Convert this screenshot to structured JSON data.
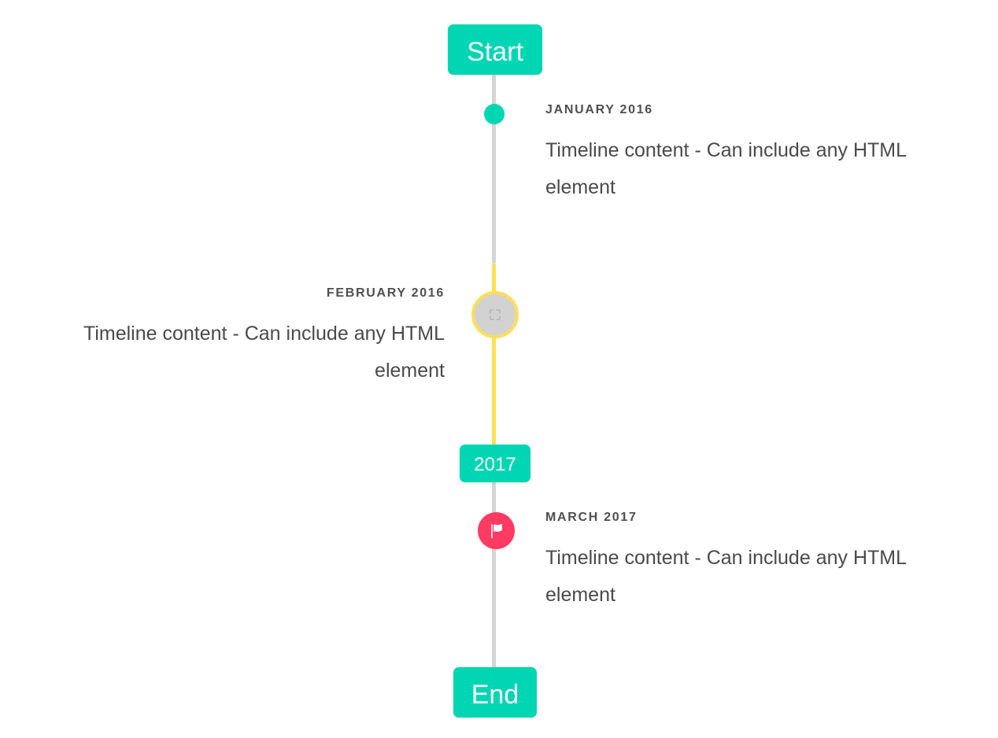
{
  "timeline": {
    "start_label": "Start",
    "year_divider_label": "2017",
    "end_label": "End",
    "colors": {
      "accent_teal": "#00D6B4",
      "accent_yellow": "#FFDE59",
      "accent_pink": "#FF3B63",
      "line_gray": "#D5D5D5",
      "marker_gray": "#D2D2D2",
      "date_text": "#4F4F4F",
      "body_text": "#4A4A4A",
      "background": "#FFFFFF"
    },
    "entries": [
      {
        "date": "JANUARY 2016",
        "body": "Timeline content - Can include any HTML element",
        "side": "right",
        "marker": "dot-icon"
      },
      {
        "date": "FEBRUARY 2016",
        "body": "Timeline content - Can include any HTML element",
        "side": "left",
        "marker": "broken-image-icon"
      },
      {
        "date": "MARCH 2017",
        "body": "Timeline content - Can include any HTML element",
        "side": "right",
        "marker": "flag-icon"
      }
    ]
  }
}
